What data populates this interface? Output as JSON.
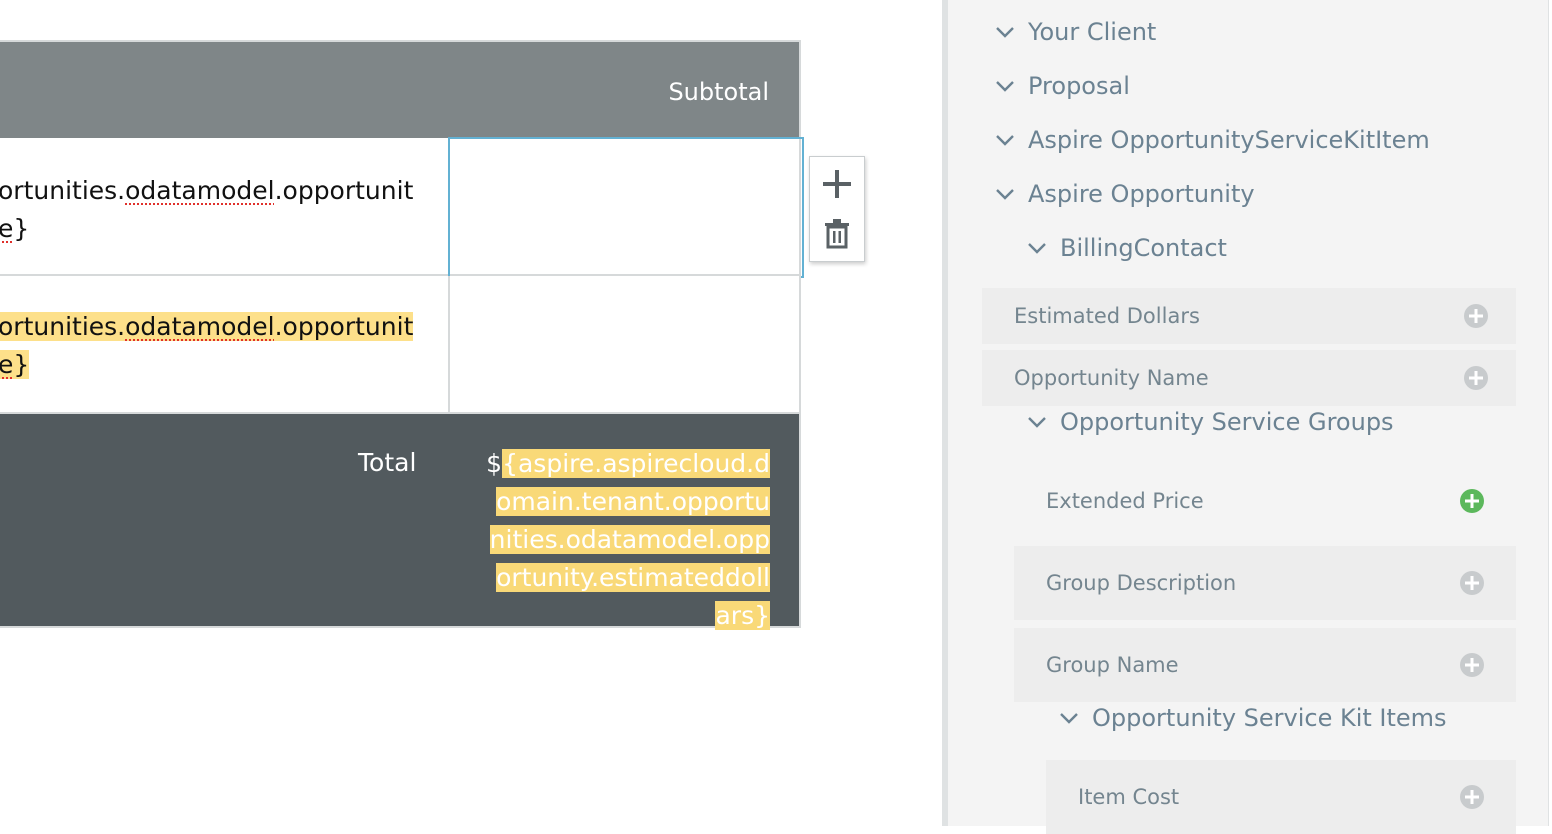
{
  "table": {
    "header": {
      "subtotal_label": "Subtotal"
    },
    "rows": [
      {
        "text": "ortunities.odatamodel.opportunit\ne}"
      },
      {
        "text": "ortunities.odatamodel.opportunit\ne}"
      }
    ],
    "footer": {
      "total_label": "Total",
      "total_prefix": "$",
      "total_value": "{aspire.aspirecloud.domain.tenant.opportunities.odatamodel.opportunity.estimateddollars}"
    }
  },
  "row_tools": {
    "add_icon": "plus-icon",
    "delete_icon": "trash-icon"
  },
  "panel": {
    "sections": [
      {
        "label": "Your Client"
      },
      {
        "label": "Proposal"
      },
      {
        "label": "Aspire OpportunityServiceKitItem"
      },
      {
        "label": "Aspire Opportunity"
      },
      {
        "label": "BillingContact"
      }
    ],
    "opportunity_fields": [
      {
        "label": "Estimated Dollars"
      },
      {
        "label": "Opportunity Name"
      }
    ],
    "service_groups": {
      "label": "Opportunity Service Groups",
      "fields": [
        {
          "label": "Extended Price",
          "added": true
        },
        {
          "label": "Group Description",
          "added": false
        },
        {
          "label": "Group Name",
          "added": false
        }
      ]
    },
    "kit_items": {
      "label": "Opportunity Service Kit Items",
      "fields": [
        {
          "label": "Item Cost",
          "added": false
        }
      ]
    }
  },
  "colors": {
    "header_gray": "#7f8688",
    "footer_dark": "#525a5e",
    "highlight": "#fde08a",
    "selection_blue": "#63b1d3",
    "add_green": "#5cb85c",
    "add_gray": "#c8cbcd"
  }
}
